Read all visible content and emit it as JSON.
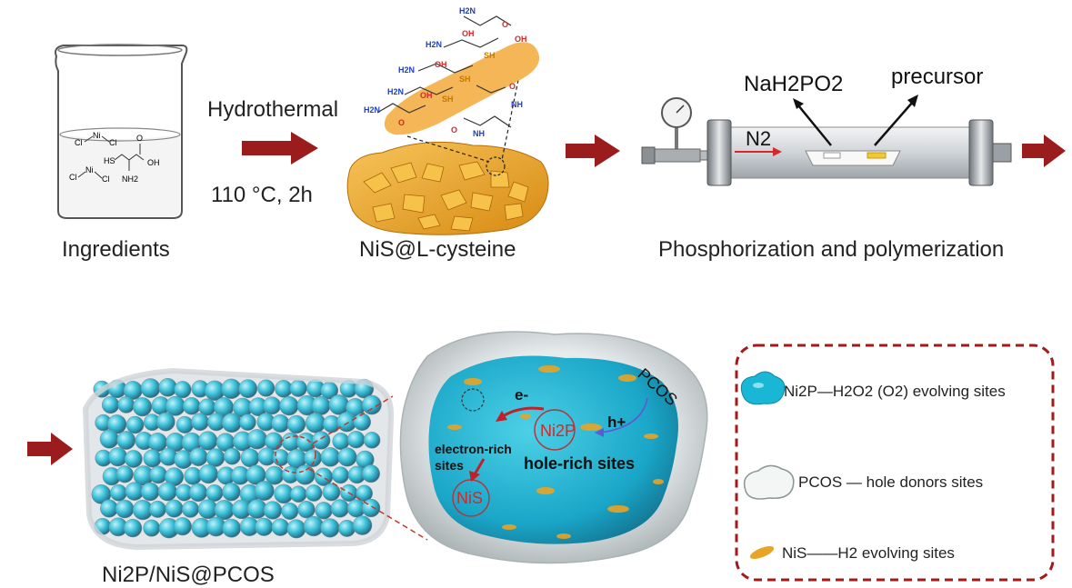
{
  "top_row": {
    "ingredients_label": "Ingredients",
    "beaker_ni": "Ni",
    "beaker_cl": "Cl",
    "beaker_sh": "HS",
    "beaker_oh": "OH",
    "beaker_o": "O",
    "beaker_nh2": "NH2",
    "step1_label": "Hydrothermal",
    "step1_condition": "110 °C, 2h",
    "nis_label": "NiS@L-cysteine",
    "cys_h2n": "H2N",
    "cys_oh": "OH",
    "cys_sh": "SH",
    "cys_o": "O",
    "cys_nh": "NH",
    "phosphor_label": "Phosphorization and polymerization",
    "nah2po2_label": "NaH2PO2",
    "precursor_label": "precursor",
    "n2_label": "N2"
  },
  "bottom_row": {
    "product_label": "Ni2P/NiS@PCOS",
    "pcos_label": "PCOS",
    "electron_label": "e-",
    "hole_label": "h+",
    "ni2p_label": "Ni2P",
    "nis_label": "NiS",
    "electron_rich_line1": "electron-rich",
    "electron_rich_line2": "sites",
    "hole_rich_label": "hole-rich sites"
  },
  "legend": {
    "items": [
      {
        "text": "Ni2P—H2O2 (O2) evolving sites",
        "icon": "cyan-blob-icon"
      },
      {
        "text": "PCOS — hole donors sites",
        "icon": "gray-cloud-icon"
      },
      {
        "text": "NiS——H2 evolving sites",
        "icon": "orange-ellipse-icon"
      }
    ]
  },
  "colors": {
    "arrow": "#9b1c1c",
    "ni2p_cyan": "#1bb8d6",
    "nis_orange": "#e8a425",
    "legend_border": "#a11b1b",
    "red_text": "#d62828"
  }
}
